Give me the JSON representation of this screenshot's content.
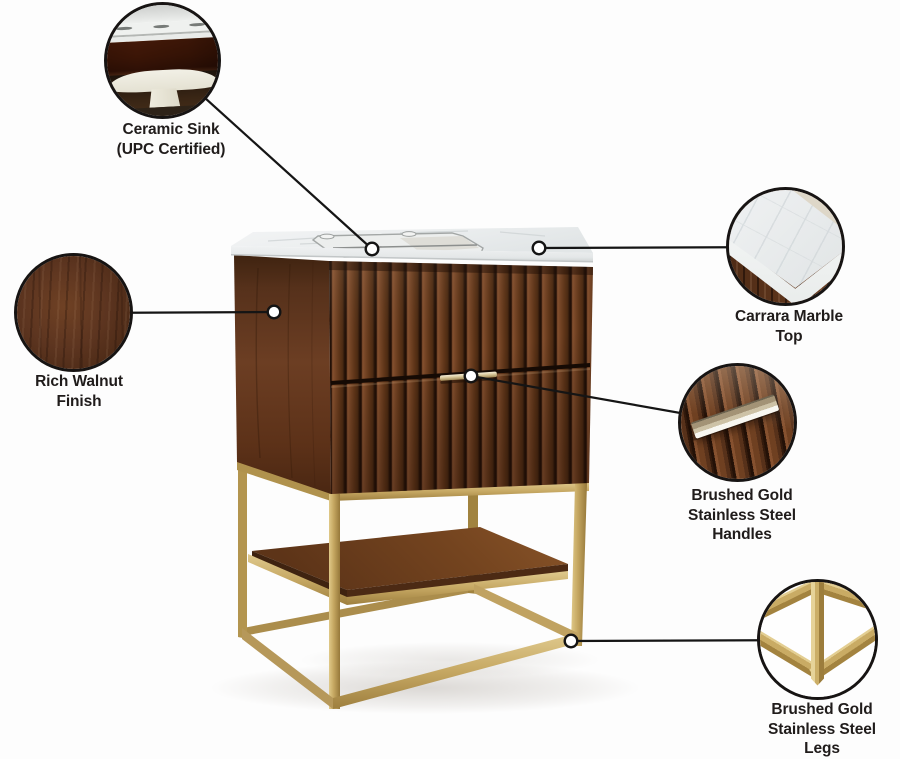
{
  "figure": {
    "type": "product-feature-callout-diagram",
    "subject": "Modern bathroom vanity with walnut fluted drawers, marble top and brushed gold base"
  },
  "palette": {
    "background": "#fdfdfd",
    "connector_line": "#151515",
    "text": "#201c1b",
    "gold": "#c3a55f",
    "walnut": "#5f3620",
    "marble": "#edeff0"
  },
  "callouts": [
    {
      "id": "ceramic-sink",
      "lines": [
        "Ceramic Sink",
        "(UPC Certified)"
      ]
    },
    {
      "id": "carrara-marble",
      "lines": [
        "Carrara Marble",
        "Top"
      ]
    },
    {
      "id": "rich-walnut",
      "lines": [
        "Rich Walnut",
        "Finish"
      ]
    },
    {
      "id": "gold-handles",
      "lines": [
        "Brushed Gold",
        "Stainless Steel",
        "Handles"
      ]
    },
    {
      "id": "gold-legs",
      "lines": [
        "Brushed Gold",
        "Stainless Steel",
        "Legs"
      ]
    }
  ]
}
